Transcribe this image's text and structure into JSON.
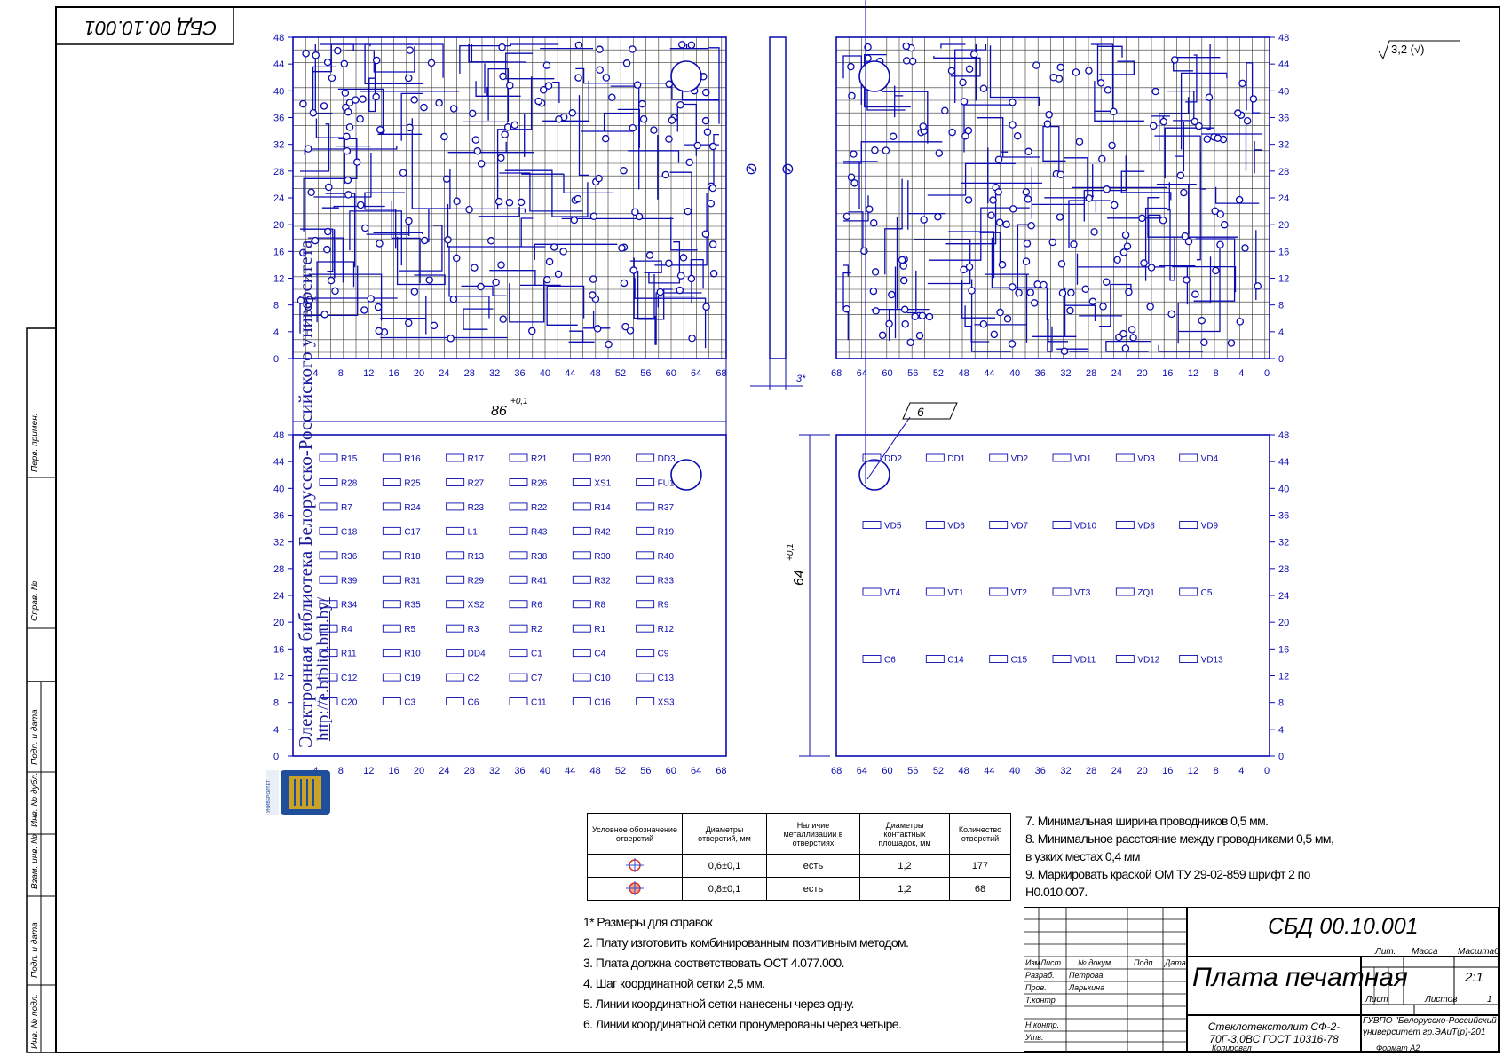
{
  "doc_code": "СБД 00.10.001",
  "doc_code_rotated": "СБД 00.10.001",
  "roughness": "3,2 (√)",
  "left_strip": [
    "Перв. примен.",
    "Справ. №",
    "Подп. и дата",
    "Инв. № дубл.",
    "Взам. инв. №",
    "Подп. и дата",
    "Инв. № подл."
  ],
  "watermark": {
    "line1": "Электронная библиотека Белорусско-Российского университета",
    "line2": "http://e.biblio.bru.by/"
  },
  "dims": {
    "width": "86",
    "width_tol": "+0,1",
    "height": "64",
    "height_tol": "+0,1",
    "thickness": "3*",
    "mark": "6"
  },
  "axis_ticks_x_left": [
    "4",
    "8",
    "12",
    "16",
    "20",
    "24",
    "28",
    "32",
    "36",
    "40",
    "44",
    "48",
    "52",
    "56",
    "60",
    "64",
    "68"
  ],
  "axis_ticks_x_right": [
    "68",
    "64",
    "60",
    "56",
    "52",
    "48",
    "44",
    "40",
    "36",
    "32",
    "28",
    "24",
    "20",
    "16",
    "12",
    "8",
    "4",
    "0"
  ],
  "axis_ticks_y": [
    "0",
    "4",
    "8",
    "12",
    "16",
    "20",
    "24",
    "28",
    "32",
    "36",
    "40",
    "44",
    "48"
  ],
  "component_labels_left": [
    "R15",
    "R16",
    "R17",
    "R21",
    "R20",
    "DD3",
    "R28",
    "R25",
    "R27",
    "R26",
    "XS1",
    "FU1",
    "R7",
    "R24",
    "R23",
    "R22",
    "R14",
    "R37",
    "C18",
    "C17",
    "L1",
    "R43",
    "R42",
    "R19",
    "R36",
    "R18",
    "R13",
    "R38",
    "R30",
    "R40",
    "R39",
    "R31",
    "R29",
    "R41",
    "R32",
    "R33",
    "R34",
    "R35",
    "XS2",
    "R6",
    "R8",
    "R9",
    "R4",
    "R5",
    "R3",
    "R2",
    "R1",
    "R12",
    "R11",
    "R10",
    "DD4",
    "C1",
    "C4",
    "C9",
    "C12",
    "C19",
    "C2",
    "C7",
    "C10",
    "C13",
    "C20",
    "C3",
    "C6",
    "C11",
    "C16",
    "XS3"
  ],
  "component_labels_right": [
    "DD2",
    "DD1",
    "VD2",
    "VD1",
    "VD3",
    "VD4",
    "VD5",
    "VD6",
    "VD7",
    "VD10",
    "VD8",
    "VD9",
    "VT4",
    "VT1",
    "VT2",
    "VT3",
    "ZQ1",
    "C5",
    "C6",
    "C14",
    "C15",
    "VD11",
    "VD12",
    "VD13"
  ],
  "holes_table": {
    "headers": [
      "Условное обозначение отверстий",
      "Диаметры отверстий, мм",
      "Наличие металлизации в отверстиях",
      "Диаметры контактных площадок, мм",
      "Количество отверстий"
    ],
    "rows": [
      {
        "diam": "0,6±0,1",
        "metal": "есть",
        "pad": "1,2",
        "count": "177"
      },
      {
        "diam": "0,8±0,1",
        "metal": "есть",
        "pad": "1,2",
        "count": "68"
      }
    ]
  },
  "notes_left": [
    "1* Размеры для справок",
    "2. Плату изготовить комбинированным позитивным методом.",
    "3. Плата должна соответствовать ОСТ 4.077.000.",
    "4. Шаг координатной сетки 2,5 мм.",
    "5. Линии координатной сетки нанесены через одну.",
    "6. Линии координатной сетки пронумерованы через четыре."
  ],
  "notes_right": [
    "7. Минимальная ширина проводников 0,5 мм.",
    "8. Минимальное расстояние между проводниками 0,5 мм,",
    "в узких местах 0,4 мм",
    "9. Маркировать краской ОМ ТУ 29-02-859 шрифт 2 по",
    "Н0.010.007."
  ],
  "title_block": {
    "code": "СБД 00.10.001",
    "name": "Плата печатная",
    "material": "Стеклотекстолит СФ-2-70Г-3,0ВС ГОСТ 10316-78",
    "org": "ГУВПО \"Белорусско-Российский университет гр.ЭАиТ(р)-201",
    "lit": "Лит.",
    "mass": "Масса",
    "scale_label": "Масштаб",
    "scale": "2:1",
    "sheet": "Лист",
    "sheets": "Листов",
    "sheets_n": "1",
    "rows": [
      "Изм.",
      "Лист",
      "№ докум.",
      "Подп.",
      "Дата"
    ],
    "roles": [
      {
        "role": "Разраб.",
        "name": "Петрова"
      },
      {
        "role": "Пров.",
        "name": "Ларькина"
      },
      {
        "role": "Т.контр.",
        "name": ""
      },
      {
        "role": "Н.контр.",
        "name": ""
      },
      {
        "role": "Утв.",
        "name": ""
      }
    ],
    "copied": "Копировал",
    "format": "Формат A2"
  },
  "logo_text": "УНИВЕРСИТЕТ"
}
